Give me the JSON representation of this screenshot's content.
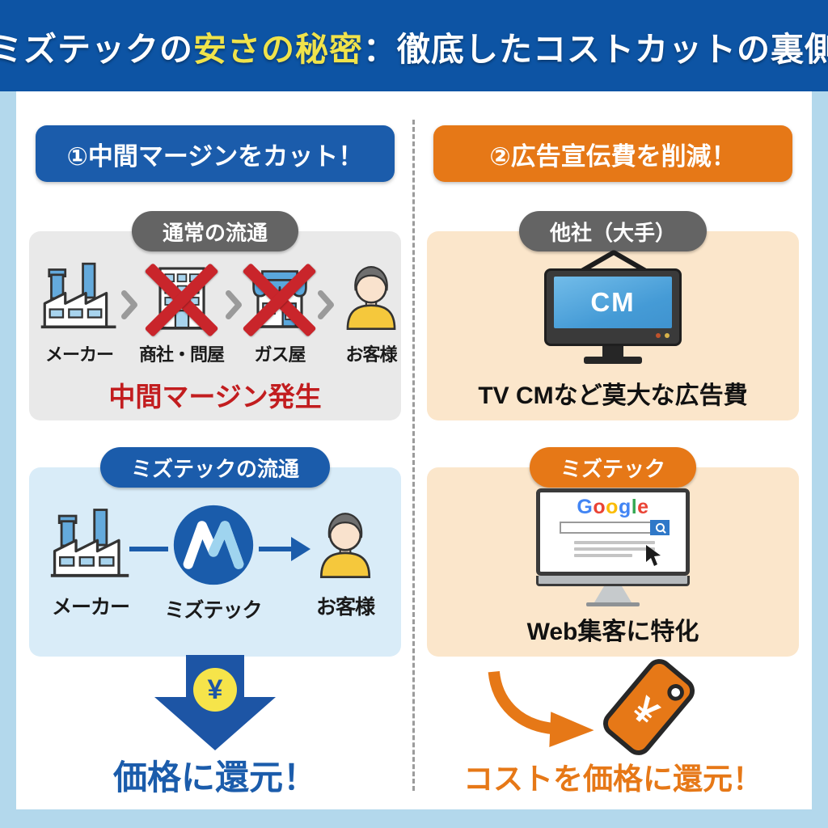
{
  "header": {
    "title_prefix": "ミズテックの",
    "title_highlight": "安さの秘密",
    "title_suffix": "：徹底したコストカットの裏側"
  },
  "left": {
    "heading": "①中間マージンをカット！",
    "normal": {
      "badge": "通常の流通",
      "steps": [
        {
          "label": "メーカー"
        },
        {
          "label": "商社・問屋"
        },
        {
          "label": "ガス屋"
        },
        {
          "label": "お客様"
        }
      ],
      "note": "中間マージン発生"
    },
    "mizutech": {
      "badge": "ミズテックの流通",
      "steps": [
        {
          "label": "メーカー"
        },
        {
          "label": "ミズテック"
        },
        {
          "label": "お客様"
        }
      ]
    },
    "yen_symbol": "¥",
    "conclusion": "価格に還元！"
  },
  "right": {
    "heading": "②広告宣伝費を削減！",
    "others": {
      "badge": "他社（大手）",
      "screen_text": "CM",
      "caption": "TV CMなど莫大な広告費"
    },
    "mizutech": {
      "badge": "ミズテック",
      "google_letters": [
        "G",
        "o",
        "o",
        "g",
        "l",
        "e"
      ],
      "caption": "Web集客に特化"
    },
    "yen_symbol": "¥",
    "conclusion": "コストを価格に還元！"
  },
  "colors": {
    "header_bg": "#0d54a4",
    "highlight_yellow": "#f0e34b",
    "blue_accent": "#1b5cab",
    "orange_accent": "#e67817",
    "red_cross": "#c9252b",
    "gray_badge": "#646464",
    "gray_box": "#e9e9e9",
    "lightblue_box": "#d9ecf8",
    "peach_box": "#fbe6cb",
    "frame_bg": "#b3d8ec"
  }
}
